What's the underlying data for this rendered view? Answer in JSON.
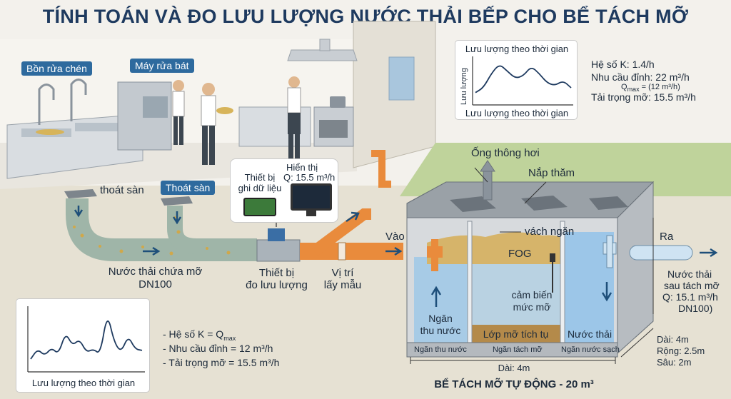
{
  "title": "TÍNH TOÁN VÀ ĐO LƯU LƯỢNG NƯỚC THẢI BẾP CHO BỂ TÁCH MỠ",
  "kitchen": {
    "sink_label": "Bồn rửa chén",
    "dishwasher_label": "Máy rửa bát",
    "floor_drain_1": "thoát sàn",
    "floor_drain_2": "Thoát sàn"
  },
  "pipe": {
    "wastewater_label": "Nước thải chứa mỡ",
    "diameter": "DN100",
    "meter_label": "Thiết bị\nđo lưu lượng",
    "sampling_label": "Vị trí\nlấy mẫu",
    "inlet_label": "Vào",
    "outlet_label": "Ra"
  },
  "devices": {
    "logger_label": "Thiết bị\nghi dữ liệu",
    "display_label": "Hiển thị",
    "display_value": "Q: 15.5 m³/h"
  },
  "chart_top": {
    "title": "Lưu lượng theo thời gian",
    "ylabel": "Lưu lượng",
    "xlabel": "Lưu lượng theo thời gian",
    "k_factor": "Hệ số K: 1.4/h",
    "peak_demand": "Nhu cầu đỉnh: 22 m³/h",
    "qmax_prefix": "Q",
    "qmax_sub": "max",
    "qmax_value": "= (12 m³/h)",
    "grease_load": "Tải trọng mỡ: 15.5 m³/h"
  },
  "chart_bottom": {
    "xlabel": "Lưu lượng theo thời gian",
    "k_prefix": "- Hệ số K = Q",
    "k_sub": "max",
    "peak": "- Nhu cầu đỉnh = 12 m³/h",
    "grease": "- Tải trọng mỡ = 15.5 m³/h"
  },
  "tank": {
    "vent_label": "Ống thông hơi",
    "manhole_label": "Nắp thăm",
    "baffle_label": "vách ngăn",
    "fog_label": "FOG",
    "sensor_label": "cảm biến\nmức mỡ",
    "inlet_chamber_label": "Ngăn\nthu nước",
    "grease_layer_label": "Lớp mỡ tích tụ",
    "wastewater_label": "Nước thải",
    "bottom_labels": [
      "Ngăn thu nước",
      "Ngăn tách mỡ",
      "Ngăn nước sạch"
    ],
    "length_label": "Dài: 4m",
    "dims": [
      "Dài: 4m",
      "Rộng: 2.5m",
      "Sâu: 2m"
    ],
    "caption": "BỂ TÁCH MỠ TỰ ĐỘNG - 20 m³"
  },
  "outlet": {
    "label_1": "Nước thải",
    "label_2": "sau tách mỡ",
    "label_3": "Q: 15.1 m³/h",
    "label_4": "DN100)"
  },
  "chart_data": [
    {
      "type": "line",
      "title": "Lưu lượng theo thời gian",
      "xlabel": "Lưu lượng theo thời gian",
      "ylabel": "Lưu lượng",
      "series": [
        {
          "values": [
            2,
            3,
            6,
            8,
            6.5,
            5,
            5.5,
            7.5,
            6,
            4,
            3.5,
            4.5,
            3
          ]
        }
      ],
      "grid": false
    },
    {
      "type": "line",
      "xlabel": "Lưu lượng theo thời gian",
      "ylabel": "",
      "series": [
        {
          "values": [
            1.5,
            3,
            2,
            3.2,
            2.2,
            5.5,
            3.5,
            4.5,
            2.5,
            3,
            2.2,
            8.5,
            4,
            2.5,
            5,
            3,
            2.8
          ]
        }
      ],
      "grid": false
    }
  ]
}
